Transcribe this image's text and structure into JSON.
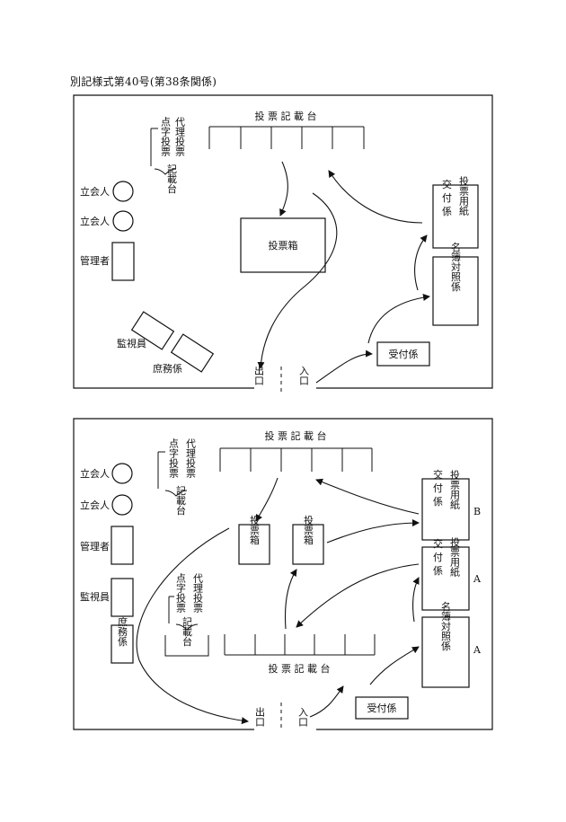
{
  "header": "別記様式第40号(第38条関係)",
  "diagram1": {
    "ballot_desk": "投 票 記 載 台",
    "braille_desk": {
      "col1": "代理投票",
      "col2": "点字投票",
      "desk": "記載台"
    },
    "witness_1": "立会人",
    "witness_2": "立会人",
    "manager": "管理者",
    "monitor": "監視員",
    "clerk": "庶務係",
    "ballot_box": "投票箱",
    "ballot_issue": {
      "col1": "投票用紙",
      "col2": "交付係"
    },
    "registry_check": "名簿対照係",
    "reception": "受付係",
    "exit": "出口",
    "entrance": "入口"
  },
  "diagram2": {
    "ballot_desk_top": "投 票 記 載 台",
    "ballot_desk_bottom": "投 票 記 載 台",
    "braille_desk_top": {
      "col1": "代理投票",
      "col2": "点字投票",
      "desk": "記載台"
    },
    "braille_desk_bottom": {
      "col1": "代理投票",
      "col2": "点字投票",
      "desk": "記載台"
    },
    "witness_1": "立会人",
    "witness_2": "立会人",
    "manager": "管理者",
    "monitor": "監視員",
    "clerk": "庶務係",
    "ballot_box_1": "投票箱",
    "ballot_box_2": "投票箱",
    "ballot_issue_b": {
      "col1": "投票用紙",
      "col2": "交付係",
      "tag": "B"
    },
    "ballot_issue_a": {
      "col1": "投票用紙",
      "col2": "交付係",
      "tag": "A"
    },
    "registry_check": {
      "label": "名簿対照係",
      "tag": "A"
    },
    "reception": "受付係",
    "exit": "出口",
    "entrance": "入口"
  }
}
